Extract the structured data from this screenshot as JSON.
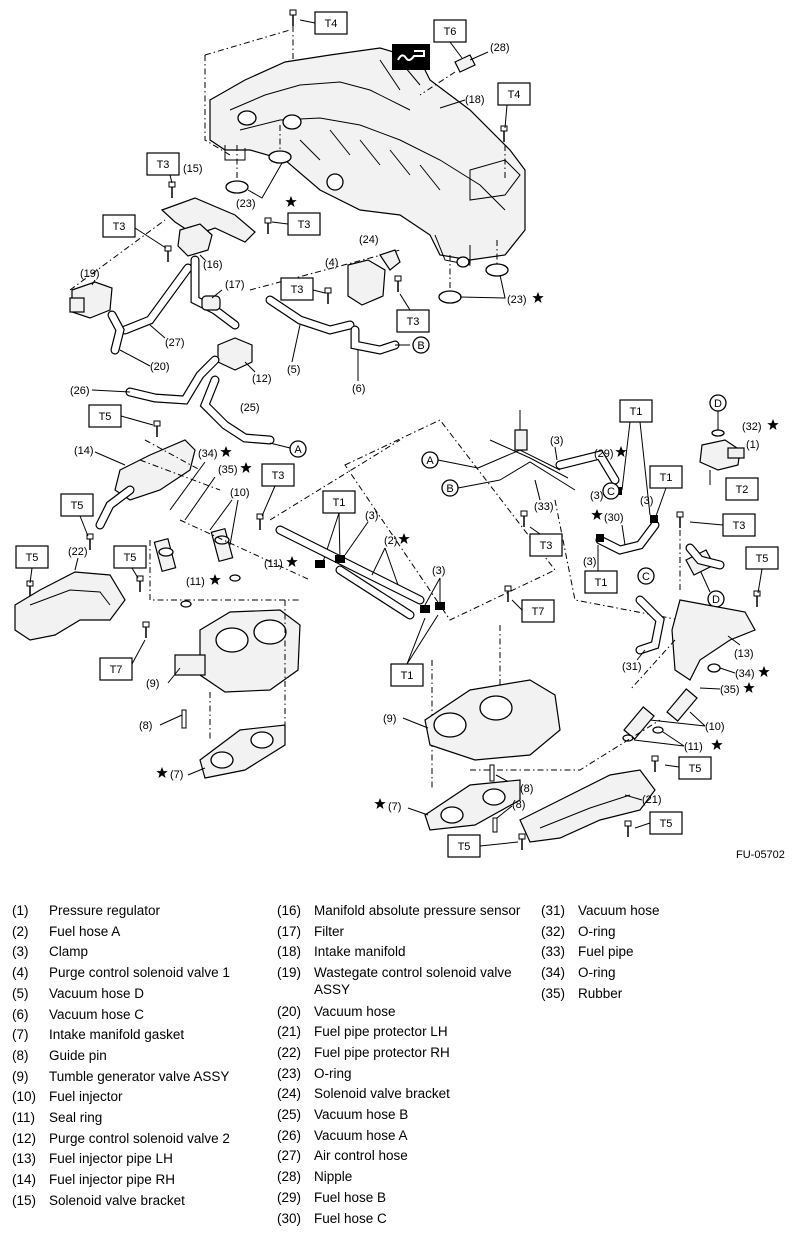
{
  "figure_code": "FU-05702",
  "torque_tags": {
    "t4_top": "T4",
    "t6": "T6",
    "t4_right": "T4",
    "t3_a": "T3",
    "t3_b": "T3",
    "t3_c": "T3",
    "t3_d": "T3",
    "t3_e": "T3",
    "t3_f": "T3",
    "t3_g": "T3",
    "t3_h": "T3",
    "t5_a": "T5",
    "t5_b": "T5",
    "t5_c": "T5",
    "t5_d": "T5",
    "t5_e": "T5",
    "t5_f": "T5",
    "t5_g": "T5",
    "t1_a": "T1",
    "t1_b": "T1",
    "t1_c": "T1",
    "t1_d": "T1",
    "t1_e": "T1",
    "t2": "T2",
    "t7_a": "T7",
    "t7_b": "T7"
  },
  "callouts": {
    "c28": "(28)",
    "c18": "(18)",
    "c23a": "(23)",
    "c23b": "(23)",
    "c15": "(15)",
    "c16": "(16)",
    "c19": "(19)",
    "c17": "(17)",
    "c24": "(24)",
    "c4": "(4)",
    "c27": "(27)",
    "c20": "(20)",
    "c5": "(5)",
    "c12": "(12)",
    "c6": "(6)",
    "c26": "(26)",
    "c25": "(25)",
    "c14": "(14)",
    "c34a": "(34)",
    "c35a": "(35)",
    "c10a": "(10)",
    "c22": "(22)",
    "c11a": "(11)",
    "c11b": "(11)",
    "c3a": "(3)",
    "c2": "(2)",
    "c3b": "(3)",
    "c9a": "(9)",
    "c8a": "(8)",
    "c7a": "(7)",
    "c3c": "(3)",
    "c29": "(29)",
    "c3d": "(3)",
    "c3e": "(3)",
    "c33": "(33)",
    "c30": "(30)",
    "c3f": "(3)",
    "c32": "(32)",
    "c1": "(1)",
    "c31": "(31)",
    "c13": "(13)",
    "c34b": "(34)",
    "c35b": "(35)",
    "c10b": "(10)",
    "c11c": "(11)",
    "c9b": "(9)",
    "c8b": "(8)",
    "c8c": "(8)",
    "c7b": "(7)",
    "c21": "(21)"
  },
  "connectors": {
    "a1": "A",
    "a2": "A",
    "b1": "B",
    "b2": "B",
    "c1": "C",
    "c2": "C",
    "d1": "D",
    "d2": "D"
  },
  "legend": [
    {
      "num": "(1)",
      "text": "Pressure regulator"
    },
    {
      "num": "(2)",
      "text": "Fuel hose A"
    },
    {
      "num": "(3)",
      "text": "Clamp"
    },
    {
      "num": "(4)",
      "text": "Purge control solenoid valve 1"
    },
    {
      "num": "(5)",
      "text": "Vacuum hose D"
    },
    {
      "num": "(6)",
      "text": "Vacuum hose C"
    },
    {
      "num": "(7)",
      "text": "Intake manifold gasket"
    },
    {
      "num": "(8)",
      "text": "Guide pin"
    },
    {
      "num": "(9)",
      "text": "Tumble generator valve ASSY"
    },
    {
      "num": "(10)",
      "text": "Fuel injector"
    },
    {
      "num": "(11)",
      "text": "Seal ring"
    },
    {
      "num": "(12)",
      "text": "Purge control solenoid valve 2"
    },
    {
      "num": "(13)",
      "text": "Fuel injector pipe LH"
    },
    {
      "num": "(14)",
      "text": "Fuel injector pipe RH"
    },
    {
      "num": "(15)",
      "text": "Solenoid valve bracket"
    },
    {
      "num": "(16)",
      "text": "Manifold absolute pressure sensor"
    },
    {
      "num": "(17)",
      "text": "Filter"
    },
    {
      "num": "(18)",
      "text": "Intake manifold"
    },
    {
      "num": "(19)",
      "text": "Wastegate control solenoid valve ASSY"
    },
    {
      "num": "(20)",
      "text": "Vacuum hose"
    },
    {
      "num": "(21)",
      "text": "Fuel pipe protector LH"
    },
    {
      "num": "(22)",
      "text": "Fuel pipe protector RH"
    },
    {
      "num": "(23)",
      "text": "O-ring"
    },
    {
      "num": "(24)",
      "text": "Solenoid valve bracket"
    },
    {
      "num": "(25)",
      "text": "Vacuum hose B"
    },
    {
      "num": "(26)",
      "text": "Vacuum hose A"
    },
    {
      "num": "(27)",
      "text": "Air control hose"
    },
    {
      "num": "(28)",
      "text": "Nipple"
    },
    {
      "num": "(29)",
      "text": "Fuel hose B"
    },
    {
      "num": "(30)",
      "text": "Fuel hose C"
    },
    {
      "num": "(31)",
      "text": "Vacuum hose"
    },
    {
      "num": "(32)",
      "text": "O-ring"
    },
    {
      "num": "(33)",
      "text": "Fuel pipe"
    },
    {
      "num": "(34)",
      "text": "O-ring"
    },
    {
      "num": "(35)",
      "text": "Rubber"
    }
  ]
}
